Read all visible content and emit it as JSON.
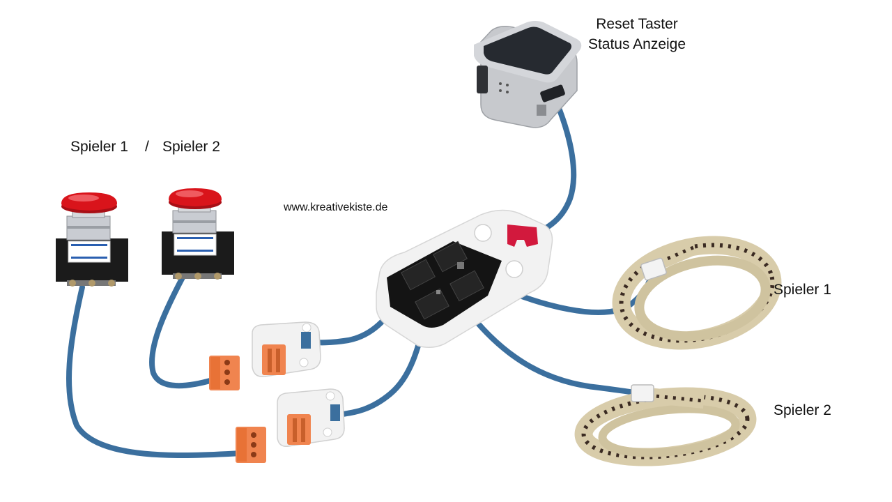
{
  "labels": {
    "reset_line1": "Reset Taster",
    "reset_line2": "Status Anzeige",
    "player1_button": "Spieler 1",
    "separator": "/",
    "player2_button": "Spieler 2",
    "website": "www.kreativekiste.de",
    "player1_strip": "Spieler 1",
    "player2_strip": "Spieler 2"
  },
  "colors": {
    "cable": "#3b6f9e",
    "button_red": "#d9141b",
    "chrome": "#c9ccd2",
    "housing": "#1b1b1b",
    "terminal_orange": "#f0844f",
    "module_white": "#f2f2f2",
    "hub_black": "#141414",
    "grove_red": "#d2193d",
    "led_strip": "#d8ccaa",
    "led_chip": "#3a2a22",
    "atom_grey": "#c2c4c8",
    "atom_screen": "#262a30"
  },
  "icons": [
    "push-button-icon",
    "terminal-adapter-icon",
    "grove-hub-icon",
    "led-strip-icon",
    "m5-atom-icon"
  ]
}
